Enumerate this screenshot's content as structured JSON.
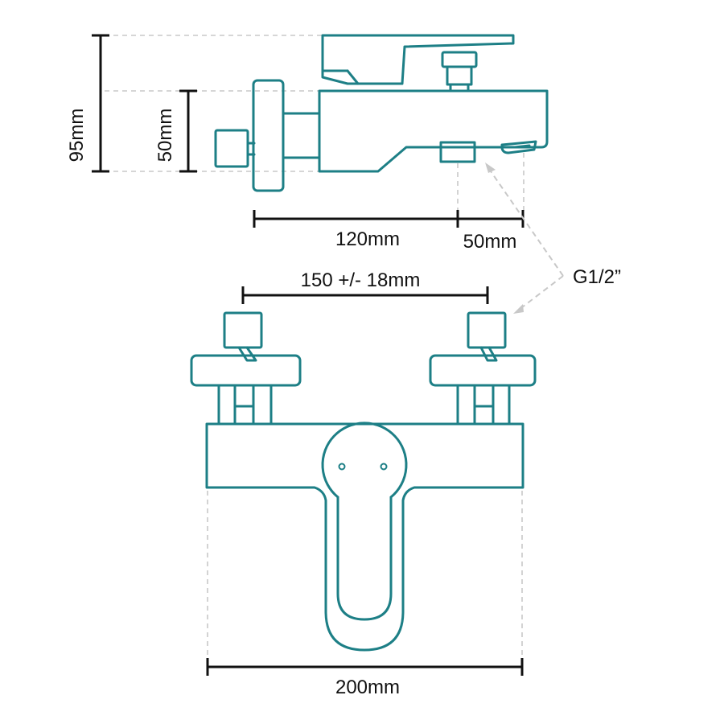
{
  "colors": {
    "outline": "#1d7f86",
    "dimension": "#111111",
    "guide": "#c8c8c8"
  },
  "dimensions": {
    "height_total": "95mm",
    "height_body": "50mm",
    "depth_body": "120mm",
    "depth_spout": "50mm",
    "inlet_spacing": "150 +/- 18mm",
    "width_total": "200mm"
  },
  "callouts": {
    "thread_size": "G1/2”"
  }
}
